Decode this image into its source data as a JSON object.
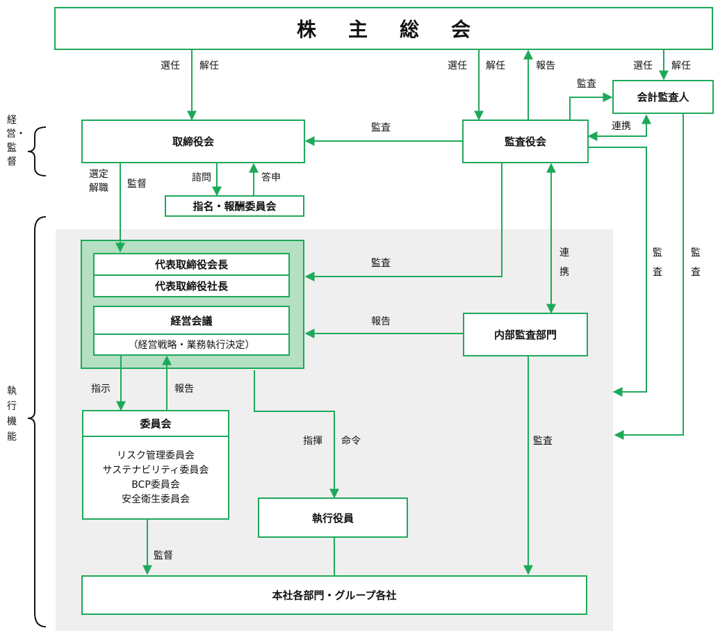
{
  "nodes": {
    "shareholders": "株主総会",
    "board": "取締役会",
    "audit_board": "監査役会",
    "accounting_auditor": "会計監査人",
    "nomination_committee": "指名・報酬委員会",
    "rep_chairman": "代表取締役会長",
    "rep_president": "代表取締役社長",
    "management_meeting": "経営会議",
    "management_meeting_note": "（経営戦略・業務執行決定）",
    "internal_audit": "内部監査部門",
    "committees_title": "委員会",
    "committees_list": [
      "リスク管理委員会",
      "サステナビリティ委員会",
      "BCP委員会",
      "安全衛生委員会"
    ],
    "executive_officers": "執行役員",
    "departments": "本社各部門・グループ各社"
  },
  "labels": {
    "appoint": "選任",
    "dismiss": "解任",
    "report": "報告",
    "audit": "監査",
    "coordination": "連携",
    "consult": "諮問",
    "respond": "答申",
    "select_dismiss_1": "選定",
    "select_dismiss_2": "解職",
    "supervise": "監督",
    "instruct": "指示",
    "direct": "指揮",
    "order": "命令"
  },
  "side_labels": {
    "management_supervision": "経営・監督",
    "execution": "執行機能"
  },
  "colors": {
    "line": "#1ea85a",
    "group_fill": "#b5e0c4",
    "area_fill": "#efefef"
  }
}
